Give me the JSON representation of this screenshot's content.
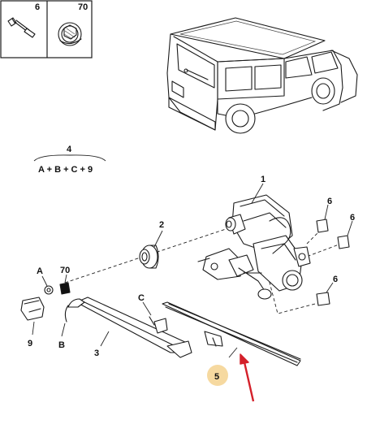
{
  "callouts": {
    "inset_6": "6",
    "inset_70": "70",
    "group_4": "4",
    "group_formula": "A + B + C + 9",
    "part_1": "1",
    "part_2": "2",
    "part_3": "3",
    "part_5": "5",
    "part_6_a": "6",
    "part_6_b": "6",
    "part_6_c": "6",
    "part_70": "70",
    "part_A": "A",
    "part_B": "B",
    "part_C": "C",
    "part_9": "9"
  },
  "colors": {
    "highlight_circle": "#f6d9a0",
    "arrow": "#d4202a",
    "line": "#1a1a1a"
  }
}
